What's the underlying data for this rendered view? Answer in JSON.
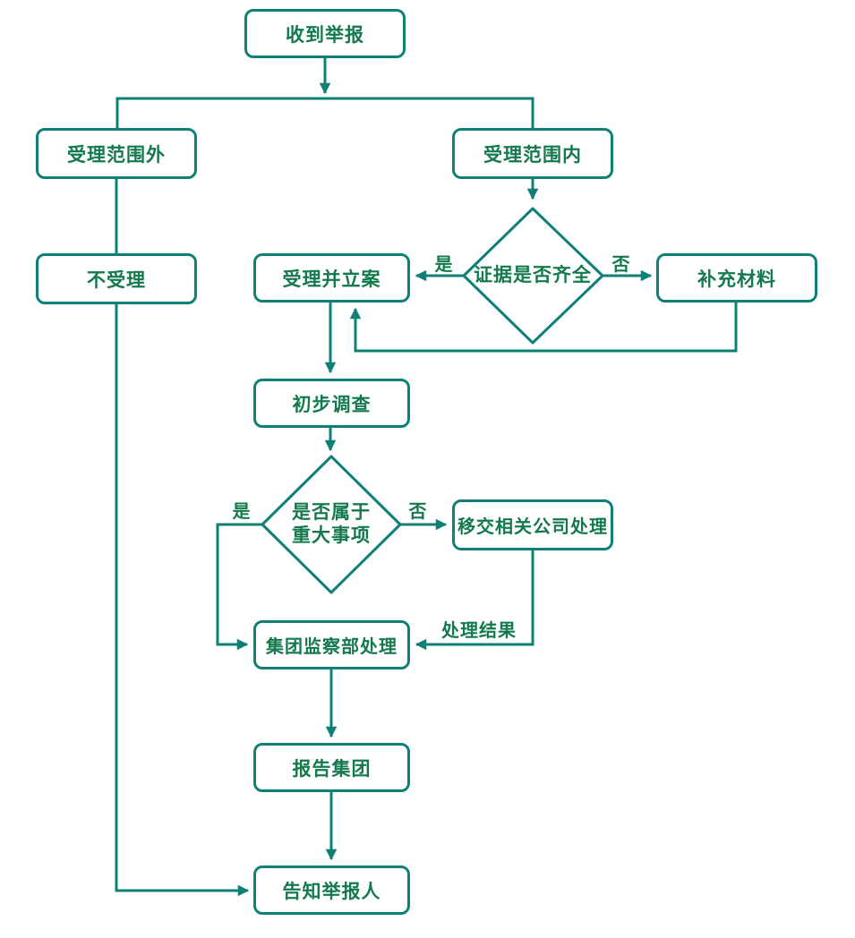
{
  "diagram": {
    "type": "flowchart",
    "colors": {
      "line": "#0e8076",
      "node_border": "#0e8076",
      "text": "#147a4d",
      "background": "#ffffff"
    },
    "nodes": {
      "receive_report": {
        "label": "收到举报",
        "shape": "rounded-rect"
      },
      "outside_scope": {
        "label": "受理范围外",
        "shape": "rounded-rect"
      },
      "inside_scope": {
        "label": "受理范围内",
        "shape": "rounded-rect"
      },
      "not_accept": {
        "label": "不受理",
        "shape": "rounded-rect"
      },
      "evidence_complete": {
        "label": "证据是否齐全",
        "shape": "diamond"
      },
      "accept_and_file": {
        "label": "受理并立案",
        "shape": "rounded-rect"
      },
      "supplement_materials": {
        "label": "补充材料",
        "shape": "rounded-rect"
      },
      "preliminary_investigation": {
        "label": "初步调查",
        "shape": "rounded-rect"
      },
      "is_major_matter": {
        "line1": "是否属于",
        "line2": "重大事项",
        "shape": "diamond"
      },
      "transfer_company": {
        "label": "移交相关公司处理",
        "shape": "rounded-rect"
      },
      "group_supervision_dept": {
        "label": "集团监察部处理",
        "shape": "rounded-rect"
      },
      "report_to_group": {
        "label": "报告集团",
        "shape": "rounded-rect"
      },
      "inform_reporter": {
        "label": "告知举报人",
        "shape": "rounded-rect"
      }
    },
    "edge_labels": {
      "evidence_yes": "是",
      "evidence_no": "否",
      "major_yes": "是",
      "major_no": "否",
      "handling_result": "处理结果"
    },
    "edges": [
      {
        "from": "receive_report",
        "to": "branch",
        "label": ""
      },
      {
        "from": "branch",
        "to": "outside_scope",
        "label": ""
      },
      {
        "from": "branch",
        "to": "inside_scope",
        "label": ""
      },
      {
        "from": "outside_scope",
        "to": "not_accept",
        "label": ""
      },
      {
        "from": "not_accept",
        "to": "inform_reporter",
        "label": ""
      },
      {
        "from": "inside_scope",
        "to": "evidence_complete",
        "label": ""
      },
      {
        "from": "evidence_complete",
        "to": "accept_and_file",
        "label": "是"
      },
      {
        "from": "evidence_complete",
        "to": "supplement_materials",
        "label": "否"
      },
      {
        "from": "supplement_materials",
        "to": "accept_and_file",
        "label": ""
      },
      {
        "from": "accept_and_file",
        "to": "preliminary_investigation",
        "label": ""
      },
      {
        "from": "preliminary_investigation",
        "to": "is_major_matter",
        "label": ""
      },
      {
        "from": "is_major_matter",
        "to": "group_supervision_dept",
        "label": "是"
      },
      {
        "from": "is_major_matter",
        "to": "transfer_company",
        "label": "否"
      },
      {
        "from": "transfer_company",
        "to": "group_supervision_dept",
        "label": "处理结果"
      },
      {
        "from": "group_supervision_dept",
        "to": "report_to_group",
        "label": ""
      },
      {
        "from": "report_to_group",
        "to": "inform_reporter",
        "label": ""
      }
    ]
  }
}
